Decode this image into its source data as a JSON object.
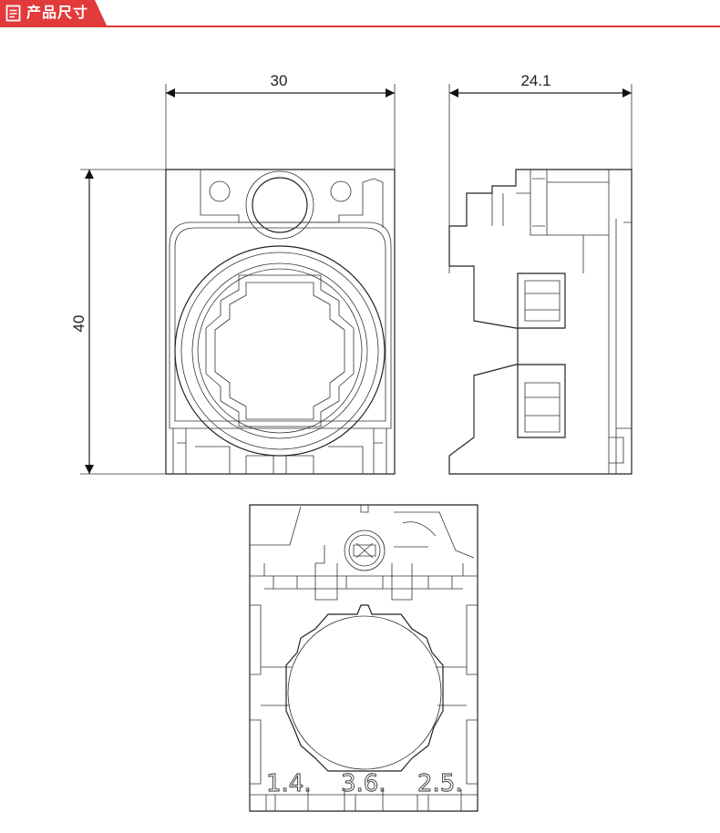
{
  "header": {
    "title": "产品尺寸",
    "icon": "document-icon",
    "accent_color": "#e23a3a"
  },
  "dimensions": {
    "front_width": "30",
    "side_depth": "24.1",
    "front_height": "40"
  },
  "terminals": {
    "left": "1.4.",
    "middle": "3.6.",
    "right": "2.5."
  }
}
